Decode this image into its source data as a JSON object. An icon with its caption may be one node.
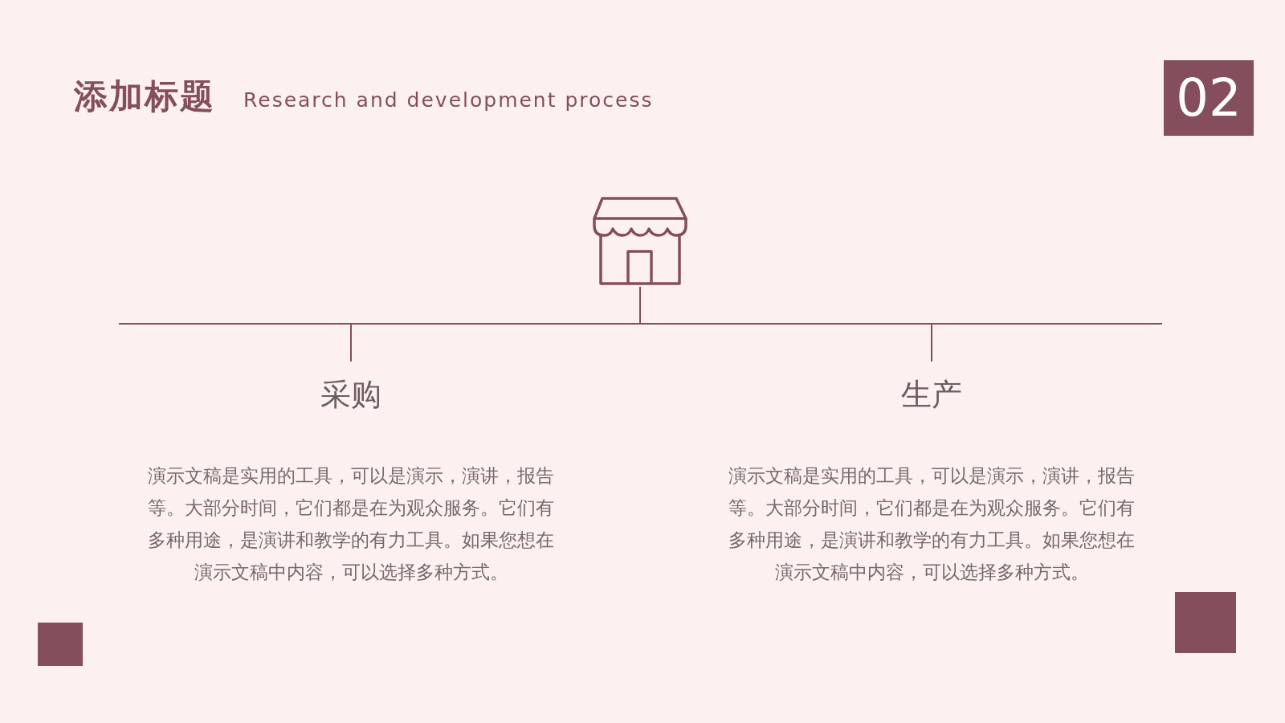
{
  "diagram": {
    "nodes": [
      {
        "text": [],
        "shape": "store"
      },
      {
        "text": [
          "采购",
          "演示文稿是实用的工具，可以是演示，演讲，报告等。大部分时间，它们都是在为观众服务。它们有多种用途，是演讲和教学的有力工具。如果您想在演示文稿中内容，可以选择多种方式。"
        ]
      },
      {
        "text": [
          "生产",
          "演示文稿是实用的工具，可以是演示，演讲，报告等。大部分时间，它们都是在为观众服务。它们有多种用途，是演讲和教学的有力工具。如果您想在演示文稿中内容，可以选择多种方式。"
        ]
      }
    ],
    "edges": [
      {
        "from": 0,
        "to": 1,
        "arrow": "none"
      },
      {
        "from": 0,
        "to": 2,
        "arrow": "none"
      }
    ],
    "labels": [
      "添加标题",
      "Research and development process",
      "02"
    ]
  }
}
